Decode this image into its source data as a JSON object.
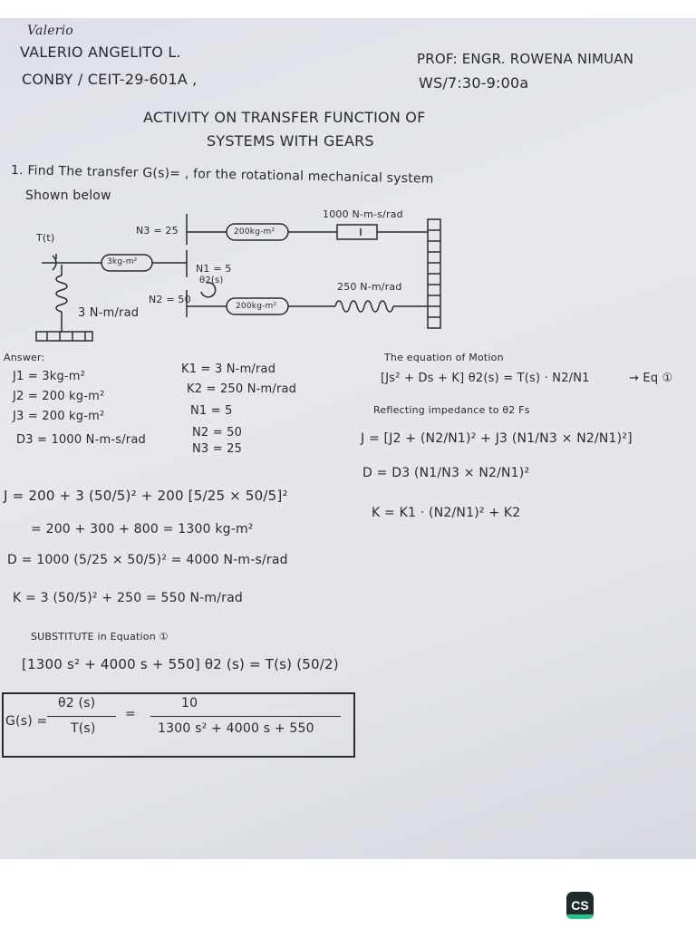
{
  "header": {
    "signature": "Valerio",
    "student_name": "VALERIO ANGELITO L.",
    "section": "CONBY / CEIT-29-601A ,",
    "professor": "PROF: ENGR. ROWENA NIMUAN",
    "schedule": "WS/7:30-9:00a"
  },
  "title": {
    "line1": "ACTIVITY ON TRANSFER FUNCTION OF",
    "line2": "SYSTEMS WITH GEARS"
  },
  "problem": {
    "line1": "1. Find The transfer G(s)= , for the rotational mechanical system",
    "line2": "Shown below"
  },
  "diagram": {
    "torque": "T(t)",
    "theta2": "θ2(s)",
    "n3": "N3 = 25",
    "n1": "N1 = 5",
    "n2": "N2 = 50",
    "j1": "3kg-m²",
    "j2": "200kg-m²",
    "j3": "200kg-m²",
    "damper": "1000 N-m-s/rad",
    "spring_k2": "250 N-m/rad",
    "spring_k1": "3 N-m/rad"
  },
  "answer": {
    "label": "Answer:",
    "left": [
      "J1 = 3kg-m²",
      "J2 = 200 kg-m²",
      "J3 = 200 kg-m²",
      "D3 = 1000 N-m-s/rad"
    ],
    "mid": [
      "K1 = 3 N-m/rad",
      "K2 = 250 N-m/rad",
      "N1 = 5",
      "N2 = 50",
      "N3 = 25"
    ]
  },
  "right_col": {
    "eq_title": "The equation of Motion",
    "eq_motion": "[Js² + Ds + K] θ2(s) = T(s) · N2/N1",
    "eq_tag": "→ Eq ①",
    "reflect": "Reflecting impedance to θ2 Fs",
    "j_eq": "J = [J2 + (N2/N1)² + J3 (N1/N3 × N2/N1)²]",
    "d_eq": "D = D3 (N1/N3 × N2/N1)²",
    "k_eq": "K = K1 · (N2/N1)² + K2"
  },
  "calc": {
    "j_calc": "J = 200 + 3 (50/5)² + 200 [5/25 × 50/5]²",
    "j_result": "= 200 + 300 + 800 = 1300 kg-m²",
    "d_calc": "D = 1000 (5/25 × 50/5)² = 4000 N-m-s/rad",
    "k_calc": "K = 3 (50/5)² + 250 = 550 N-m/rad",
    "substitute": "SUBSTITUTE in Equation ①",
    "sub_eq": "[1300 s² + 4000 s + 550] θ2 (s) = T(s) (50/2)"
  },
  "final": {
    "lhs": "G(s) =",
    "num_l": "θ2 (s)",
    "den_l": "T(s)",
    "eq": "=",
    "num_r": "10",
    "den_r": "1300 s² + 4000 s + 550"
  },
  "badge": "CS"
}
